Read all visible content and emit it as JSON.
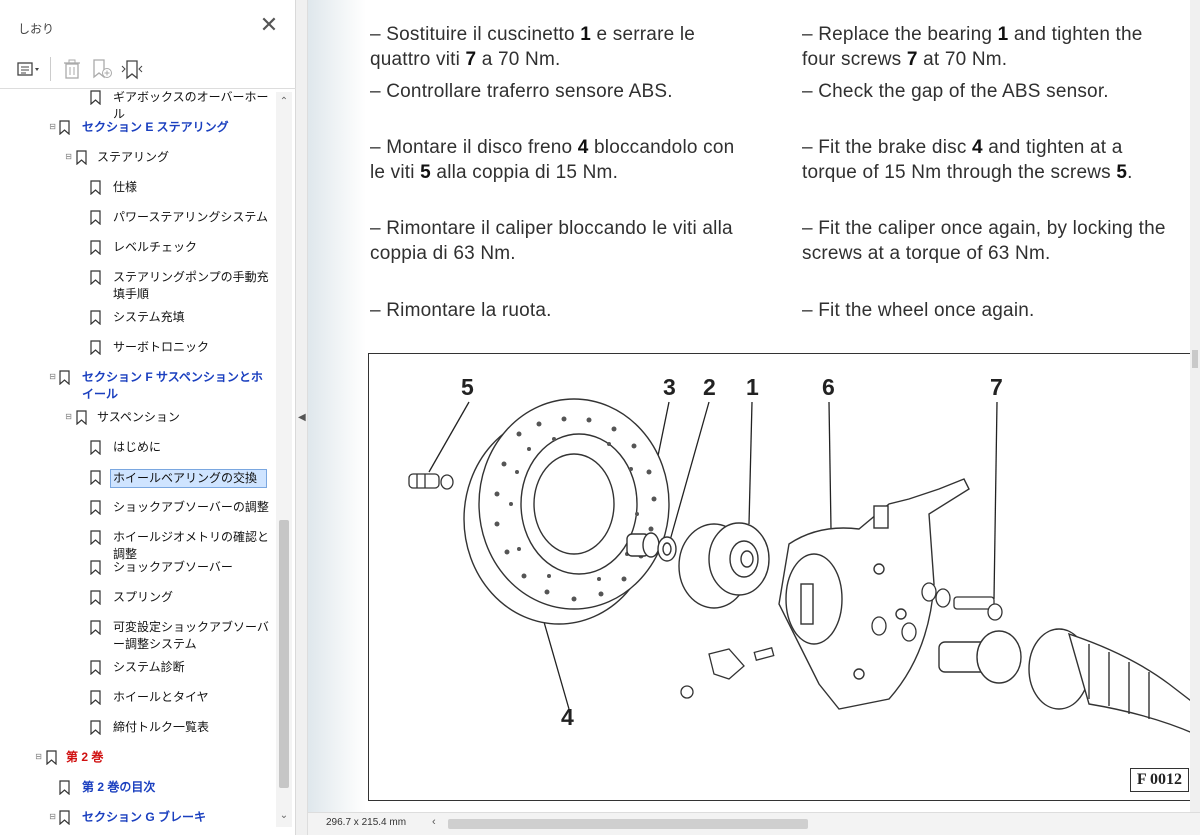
{
  "sidebar": {
    "title": "しおり",
    "close_icon": "close-icon",
    "toolbar": {
      "options_icon": "options-menu-icon",
      "delete_icon": "trash-icon",
      "new_bookmark_icon": "new-bookmark-icon",
      "expand_icon": "expand-bookmark-icon"
    },
    "items": [
      {
        "label": "ギアボックスのオーバーホール",
        "level": 3,
        "style": "normal",
        "expander": ""
      },
      {
        "label": "セクション E ステアリング",
        "level": 1,
        "style": "blue",
        "expander": "⊟"
      },
      {
        "label": "ステアリング",
        "level": 2,
        "style": "normal",
        "expander": "⊟"
      },
      {
        "label": "仕様",
        "level": 3,
        "style": "normal",
        "expander": ""
      },
      {
        "label": "パワーステアリングシステム",
        "level": 3,
        "style": "normal",
        "expander": ""
      },
      {
        "label": "レベルチェック",
        "level": 3,
        "style": "normal",
        "expander": ""
      },
      {
        "label": "ステアリングポンプの手動充填手順",
        "level": 3,
        "style": "normal",
        "expander": ""
      },
      {
        "label": "システム充填",
        "level": 3,
        "style": "normal",
        "expander": ""
      },
      {
        "label": "サーボトロニック",
        "level": 3,
        "style": "normal",
        "expander": ""
      },
      {
        "label": "セクション F サスペンションとホイール",
        "level": 1,
        "style": "blue",
        "expander": "⊟"
      },
      {
        "label": "サスペンション",
        "level": 2,
        "style": "normal",
        "expander": "⊟"
      },
      {
        "label": "はじめに",
        "level": 3,
        "style": "normal",
        "expander": ""
      },
      {
        "label": "ホイールベアリングの交換",
        "level": 3,
        "style": "selected",
        "expander": ""
      },
      {
        "label": "ショックアブソーバーの調整",
        "level": 3,
        "style": "normal",
        "expander": ""
      },
      {
        "label": "ホイールジオメトリの確認と調整",
        "level": 3,
        "style": "normal",
        "expander": ""
      },
      {
        "label": "ショックアブソーバー",
        "level": 3,
        "style": "normal",
        "expander": ""
      },
      {
        "label": "スプリング",
        "level": 3,
        "style": "normal",
        "expander": ""
      },
      {
        "label": "可変設定ショックアブソーバー調整システム",
        "level": 3,
        "style": "normal",
        "expander": ""
      },
      {
        "label": "システム診断",
        "level": 3,
        "style": "normal",
        "expander": ""
      },
      {
        "label": "ホイールとタイヤ",
        "level": 3,
        "style": "normal",
        "expander": ""
      },
      {
        "label": "締付トルク一覧表",
        "level": 3,
        "style": "normal",
        "expander": ""
      },
      {
        "label": "第 2 巻",
        "level": 0,
        "style": "red",
        "expander": "⊟"
      },
      {
        "label": "第 2 巻の目次",
        "level": 1,
        "style": "blue",
        "expander": ""
      },
      {
        "label": "セクション G ブレーキ",
        "level": 1,
        "style": "blue",
        "expander": "⊟"
      }
    ]
  },
  "document": {
    "left_column": [
      {
        "parts": [
          "– Sostituire il cuscinetto ",
          "1",
          " e serrare  le"
        ]
      },
      {
        "parts": [
          "  quattro viti ",
          "7",
          " a 70 Nm."
        ]
      },
      {
        "parts": [
          "– Controllare traferro sensore ABS."
        ]
      },
      {
        "parts": [
          "– Montare il disco freno ",
          "4",
          " bloccandolo con"
        ]
      },
      {
        "parts": [
          "  le viti ",
          "5",
          " alla coppia di 15 Nm."
        ]
      },
      {
        "parts": [
          "– Rimontare il caliper bloccando le viti alla"
        ]
      },
      {
        "parts": [
          "  coppia di 63 Nm."
        ]
      },
      {
        "parts": [
          "– Rimontare la ruota."
        ]
      }
    ],
    "right_column": [
      {
        "parts": [
          "– Replace the bearing ",
          "1",
          " and tighten the"
        ]
      },
      {
        "parts": [
          "  four screws ",
          "7",
          " at 70 Nm."
        ]
      },
      {
        "parts": [
          "– Check the gap of the ABS sensor."
        ]
      },
      {
        "parts": [
          "– Fit the brake disc ",
          "4",
          " and tighten at a"
        ]
      },
      {
        "parts": [
          "  torque of 15 Nm through the screws ",
          "5",
          "."
        ]
      },
      {
        "parts": [
          "– Fit the caliper once again, by locking the"
        ]
      },
      {
        "parts": [
          "  screws at a torque of 63 Nm."
        ]
      },
      {
        "parts": [
          "– Fit the wheel once again."
        ]
      }
    ],
    "figure": {
      "callouts": [
        "5",
        "3",
        "2",
        "1",
        "6",
        "7",
        "4"
      ],
      "code": "F 0012"
    }
  },
  "statusbar": {
    "page_size": "296.7 x 215.4 mm"
  }
}
